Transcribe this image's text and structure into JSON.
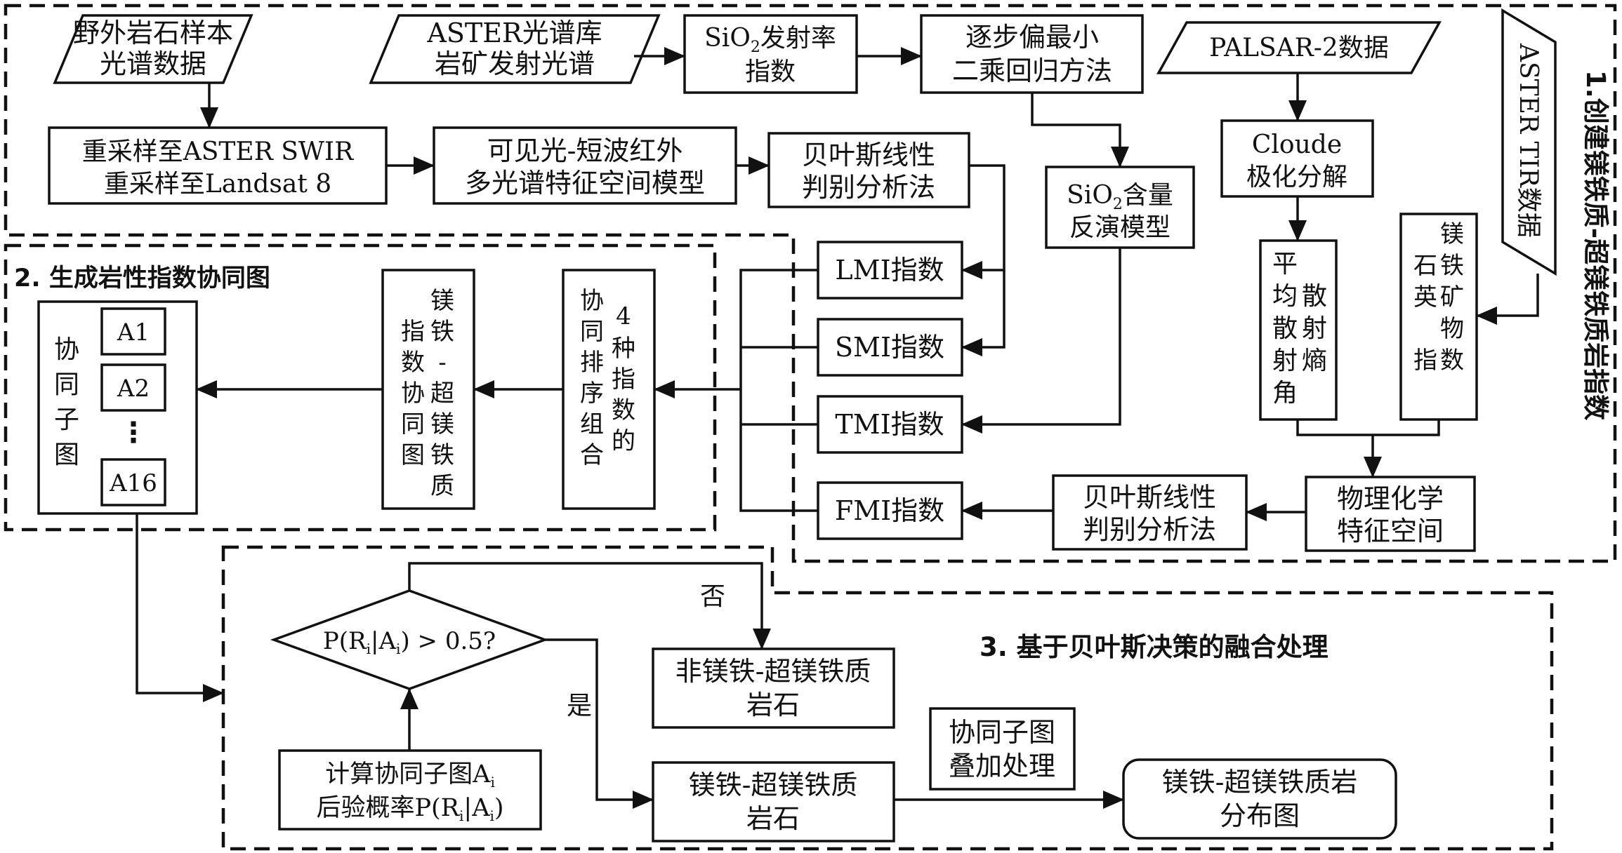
{
  "sections": {
    "s1": "1.创建镁铁质-超镁铁质岩指数",
    "s2": "2. 生成岩性指数协同图",
    "s3": "3. 基于贝叶斯决策的融合处理"
  },
  "nodes": {
    "field_spectra": [
      "野外岩石样本",
      "光谱数据"
    ],
    "aster_lib": [
      "ASTER光谱库",
      "岩矿发射光谱"
    ],
    "sio2_index": {
      "pre": "SiO",
      "sub": "2",
      "post": "发射率",
      "line2": "指数"
    },
    "pls": [
      "逐步偏最小",
      "二乘回归方法"
    ],
    "palsar": "PALSAR-2数据",
    "aster_tir": "ASTER TIR数据",
    "resample": [
      "重采样至ASTER SWIR",
      "重采样至Landsat 8"
    ],
    "vnir_model": [
      "可见光-短波红外",
      "多光谱特征空间模型"
    ],
    "bayes1": [
      "贝叶斯线性",
      "判别分析法"
    ],
    "sio2_model": {
      "pre": "SiO",
      "sub": "2",
      "post": "含量",
      "line2": "反演模型"
    },
    "cloude": [
      "Cloude",
      "极化分解"
    ],
    "entropy": [
      "平",
      "均",
      "散",
      "散",
      "射",
      "射",
      "熵",
      "角"
    ],
    "mafic_quartz": [
      "镁",
      "铁",
      "矿",
      "石",
      "英",
      "物",
      "指",
      "数"
    ],
    "lmi": "LMI指数",
    "smi": "SMI指数",
    "tmi": "TMI指数",
    "fmi": "FMI指数",
    "phys_chem": [
      "物理化学",
      "特征空间"
    ],
    "bayes2": [
      "贝叶斯线性",
      "判别分析法"
    ],
    "combo4": [
      "协",
      "同",
      "排",
      "序",
      "组",
      "合",
      "4",
      "种",
      "指",
      "数",
      "的"
    ],
    "synergy_map": [
      "镁",
      "铁",
      "-",
      "超",
      "镁",
      "铁",
      "质",
      "指",
      "数",
      "协",
      "同",
      "图"
    ],
    "subplots_label": [
      "协",
      "同",
      "子",
      "图"
    ],
    "subplots": [
      "A1",
      "A2",
      "⋮",
      "A16"
    ],
    "decision": [
      "P(R",
      "i",
      "|A",
      "i",
      ") > 0.5?"
    ],
    "no_label": "否",
    "yes_label": "是",
    "non_mafic": [
      "非镁铁-超镁铁质",
      "岩石"
    ],
    "mafic": [
      "镁铁-超镁铁质",
      "岩石"
    ],
    "posterior": [
      "计算协同子图A",
      "i",
      "后验概率P(R",
      "i",
      "|A",
      "i",
      ")"
    ],
    "overlay": [
      "协同子图",
      "叠加处理"
    ],
    "dist_map": [
      "镁铁-超镁铁质岩",
      "分布图"
    ]
  }
}
